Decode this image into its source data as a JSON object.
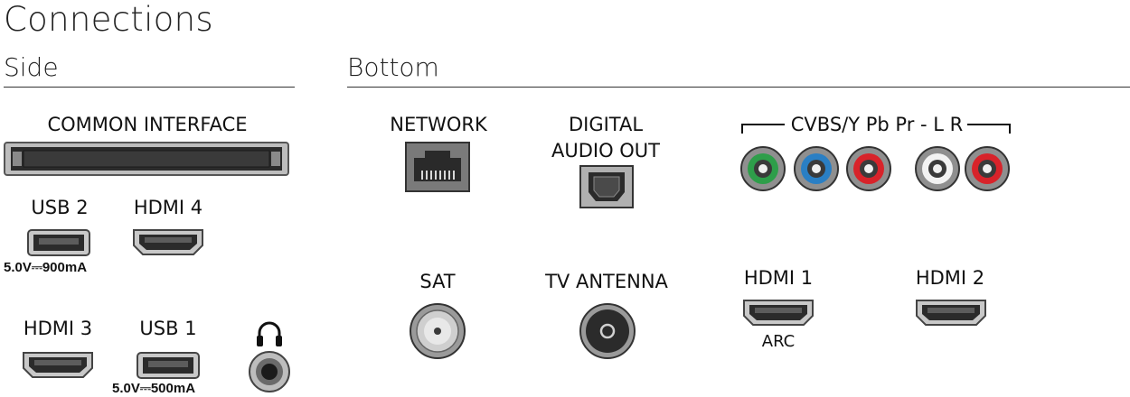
{
  "page": {
    "title": "Connections",
    "side_heading": "Side",
    "bottom_heading": "Bottom"
  },
  "side": {
    "common_interface": "COMMON INTERFACE",
    "usb2": "USB 2",
    "usb2_spec": "5.0V⎓900mA",
    "hdmi4": "HDMI 4",
    "hdmi3": "HDMI 3",
    "usb1": "USB 1",
    "usb1_spec": "5.0V⎓500mA",
    "headphone_icon": "headphones-icon"
  },
  "bottom": {
    "network": "NETWORK",
    "digital_audio_out_line1": "DIGITAL",
    "digital_audio_out_line2": "AUDIO OUT",
    "cvbs": "CVBS/Y Pb Pr - L R",
    "sat": "SAT",
    "tv_antenna": "TV ANTENNA",
    "hdmi1": "HDMI 1",
    "hdmi1_sub": "ARC",
    "hdmi2": "HDMI 2"
  },
  "colors": {
    "rca_green": "#2e9e4a",
    "rca_blue": "#2a7fc4",
    "rca_red": "#d8232a",
    "rca_white": "#f2f2f2",
    "port_dark": "#2b2b2b"
  }
}
